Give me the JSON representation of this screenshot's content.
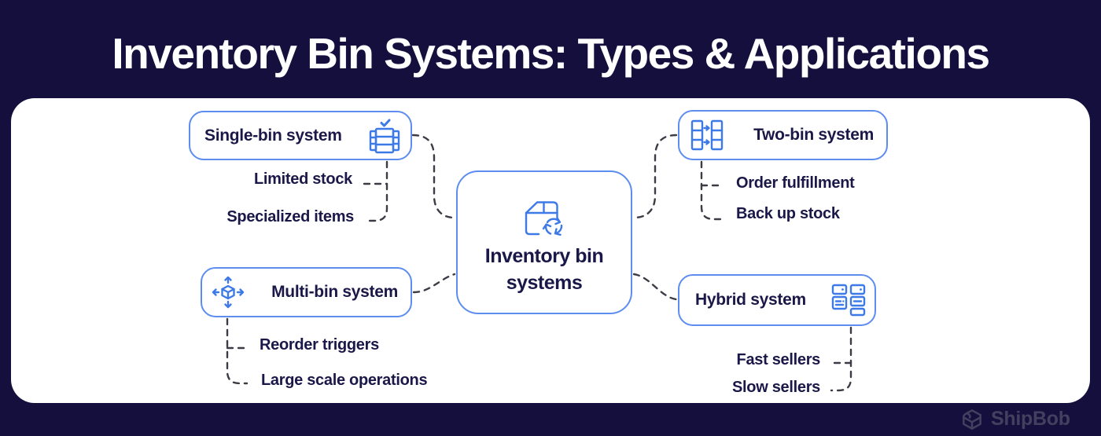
{
  "title": "Inventory Bin Systems: Types & Applications",
  "center_node": {
    "line1": "Inventory bin",
    "line2": "systems",
    "icon": "package-recycle-icon"
  },
  "nodes": {
    "single_bin": {
      "label": "Single-bin system",
      "icon": "single-bin-crate-check-icon",
      "children": [
        "Limited stock",
        "Specialized items"
      ]
    },
    "two_bin": {
      "label": "Two-bin system",
      "icon": "two-bin-transfer-icon",
      "children": [
        "Order fulfillment",
        "Back up stock"
      ]
    },
    "multi_bin": {
      "label": "Multi-bin system",
      "icon": "multi-direction-cube-icon",
      "children": [
        "Reorder triggers",
        "Large scale operations"
      ]
    },
    "hybrid": {
      "label": "Hybrid system",
      "icon": "hybrid-bin-grid-icon",
      "children": [
        "Fast sellers",
        "Slow sellers"
      ]
    }
  },
  "footer": {
    "brand": "ShipBob",
    "icon": "shipbob-cube-logo-icon"
  },
  "colors": {
    "background_navy": "#140F3D",
    "card_white": "#FFFFFF",
    "icon_blue": "#3D7AE8",
    "border_blue": "#5E8DF0",
    "text_navy": "#1A1848",
    "connector_gray": "#3C3C46",
    "brand_muted": "#42405F"
  }
}
